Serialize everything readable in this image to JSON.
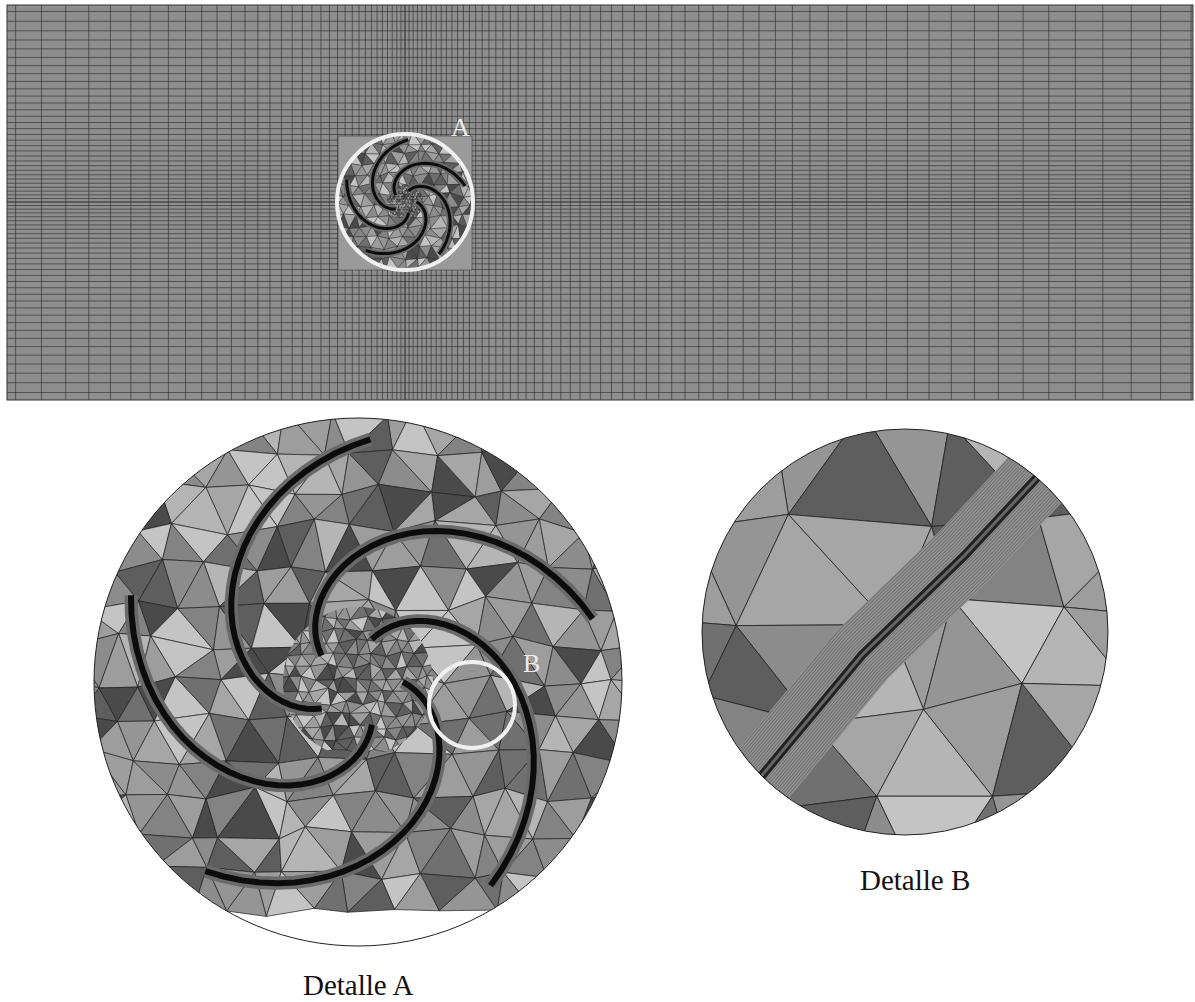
{
  "diagram": {
    "labels": [
      "A",
      "B",
      "Detalle A",
      "Detalle B"
    ]
  }
}
